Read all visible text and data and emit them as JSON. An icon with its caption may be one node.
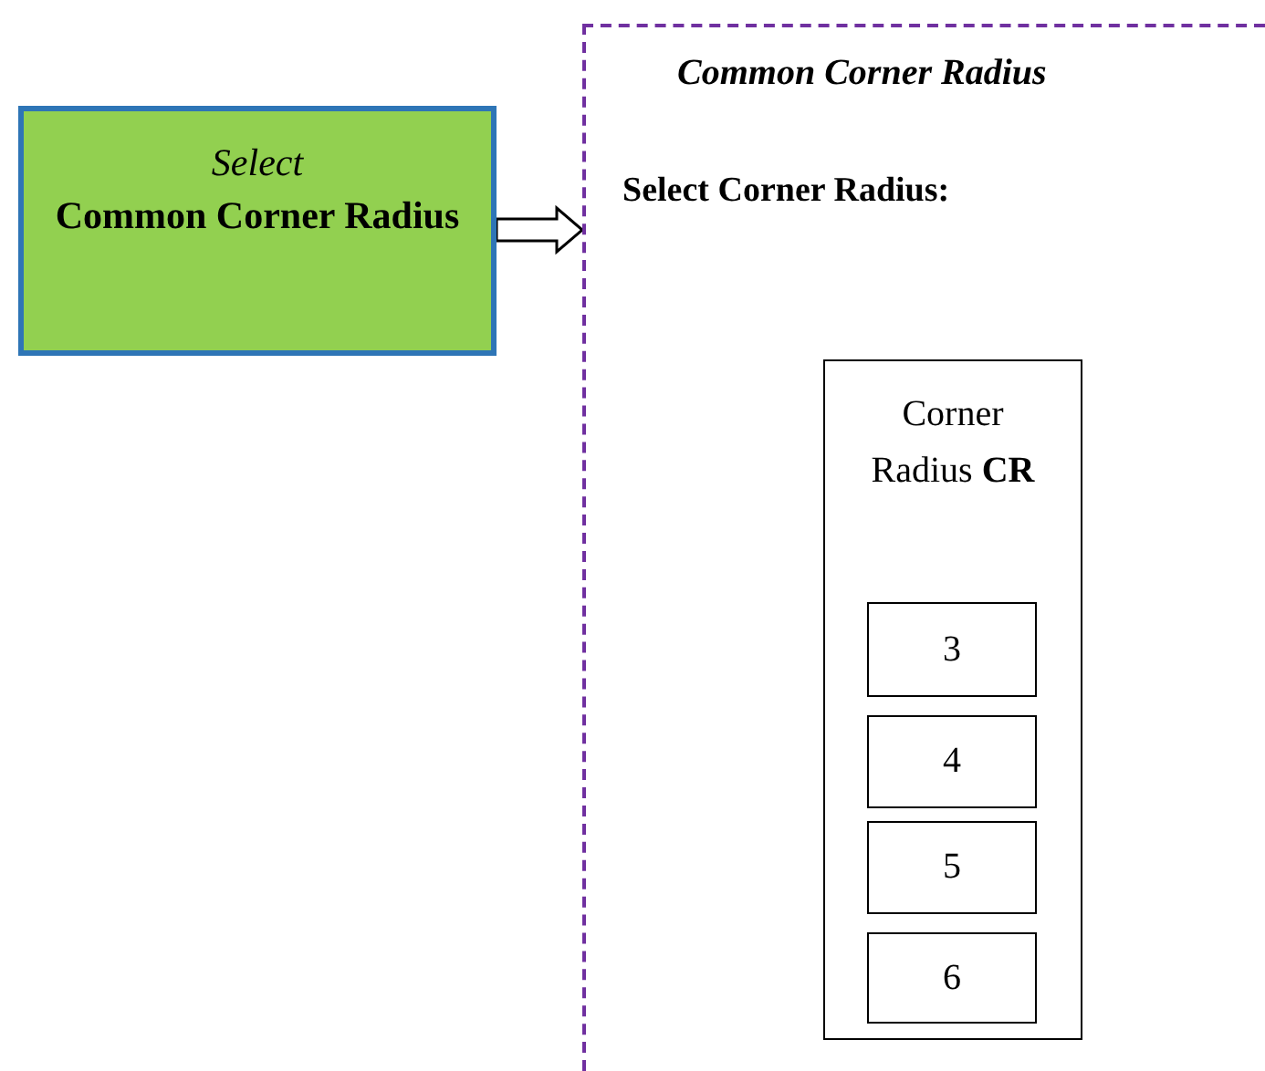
{
  "diagram": {
    "nodes": [
      {
        "text": [
          "Select",
          "Common Corner Radius"
        ]
      },
      {
        "text": [
          "Common Corner Radius",
          "Select Corner Radius:"
        ]
      },
      {
        "text": [
          "Corner Radius **CR**"
        ],
        "in": 1
      },
      {
        "text": [
          "3"
        ],
        "in": 2
      },
      {
        "text": [
          "4"
        ],
        "in": 2
      },
      {
        "text": [
          "5"
        ],
        "in": 2
      },
      {
        "text": [
          "6"
        ],
        "in": 2
      }
    ],
    "edges": [
      {
        "from": 0,
        "to": 1,
        "arrow": "to"
      }
    ]
  }
}
